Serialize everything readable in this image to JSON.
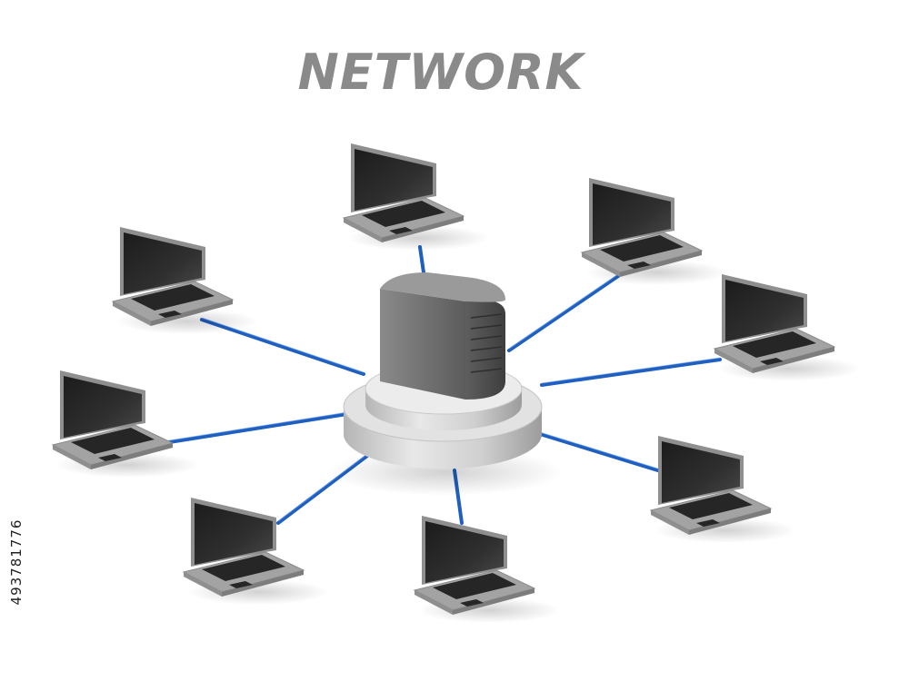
{
  "title": "NETWORK",
  "stock_id": "493781776",
  "colors": {
    "title": "#8a8a8a",
    "cable": "#1f5fbf",
    "laptop_body": "#9a9a9a",
    "laptop_screen": "#2a2a2a",
    "server": "#6e6e6e",
    "base": "#d6d6d6"
  },
  "hub": {
    "name": "server",
    "icon": "server-icon"
  },
  "nodes": [
    {
      "id": "laptop-top"
    },
    {
      "id": "laptop-top-right"
    },
    {
      "id": "laptop-upper-left"
    },
    {
      "id": "laptop-right"
    },
    {
      "id": "laptop-left"
    },
    {
      "id": "laptop-lower-right"
    },
    {
      "id": "laptop-bottom-left"
    },
    {
      "id": "laptop-bottom"
    }
  ]
}
